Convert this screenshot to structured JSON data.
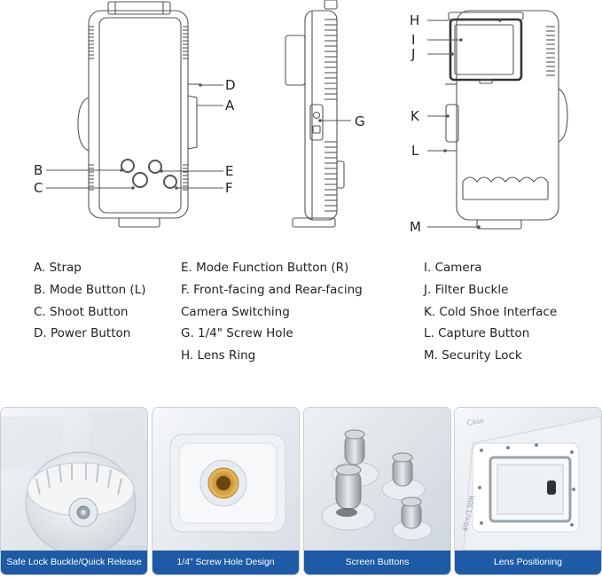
{
  "callouts": {
    "A": "A",
    "B": "B",
    "C": "C",
    "D": "D",
    "E": "E",
    "F": "F",
    "G": "G",
    "H": "H",
    "I": "I",
    "J": "J",
    "K": "K",
    "L": "L",
    "M": "M"
  },
  "legend": {
    "col1": [
      "A. Strap",
      "B. Mode Button (L)",
      "C. Shoot Button",
      "D. Power Button"
    ],
    "col2": [
      "E. Mode Function Button (R)",
      "F. Front-facing and Rear-facing",
      "Camera Switching",
      "G. 1/4\" Screw Hole",
      "H. Lens Ring"
    ],
    "col3": [
      "I. Camera",
      "J. Filter Buckle",
      "K. Cold Shoe Interface",
      "L. Capture Button",
      "M. Security Lock"
    ]
  },
  "photos": [
    {
      "caption": "Safe Lock Buckle/Quick Release"
    },
    {
      "caption": "1/4”  Screw Hole Design"
    },
    {
      "caption": "Screen Buttons"
    },
    {
      "caption": "Lens Positioning"
    }
  ],
  "photo_text": {
    "depth": "40m/130ft",
    "case": "Case"
  },
  "colors": {
    "caption_bg": "#1f5aa6",
    "line": "#555555",
    "brass": "#d9a544"
  }
}
